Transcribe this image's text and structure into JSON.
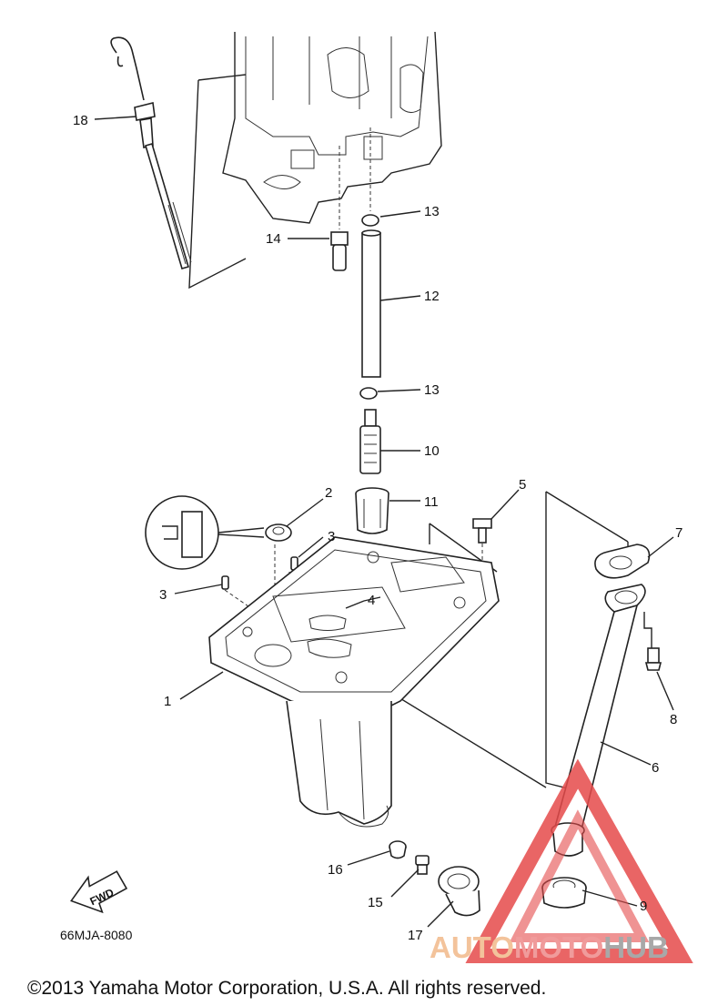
{
  "diagram": {
    "labels": [
      "1",
      "2",
      "3",
      "3",
      "4",
      "5",
      "6",
      "7",
      "8",
      "9",
      "10",
      "11",
      "12",
      "13",
      "13",
      "14",
      "15",
      "16",
      "17",
      "18"
    ],
    "fwd_label": "FWD",
    "code": "66MJA-8080",
    "copyright": "©2013 Yamaha Motor Corporation, U.S.A. All rights reserved."
  },
  "watermark": {
    "auto": "AUTO",
    "moto": "MOTO",
    "hub": "HUB",
    "colors": {
      "auto": "#f2b98a",
      "moto": "#ee8a8a",
      "hub": "#9a9a9a",
      "triangle": "#e64b4b"
    }
  }
}
